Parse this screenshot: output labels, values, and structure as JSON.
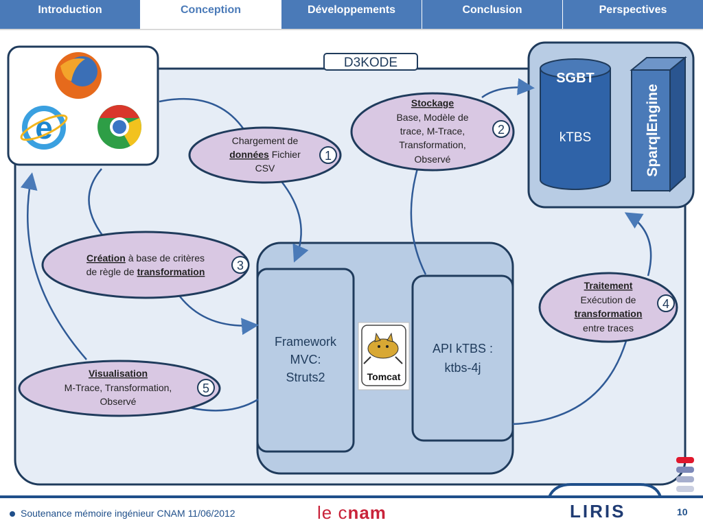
{
  "nav": {
    "tabs": [
      {
        "label": "Introduction",
        "active": false
      },
      {
        "label": "Conception",
        "active": true
      },
      {
        "label": "Développements",
        "active": false
      },
      {
        "label": "Conclusion",
        "active": false
      },
      {
        "label": "Perspectives",
        "active": false
      }
    ]
  },
  "diagram": {
    "title": "D3KODE",
    "sgbt_label": "SGBT",
    "ktbs_label": "kTBS",
    "sparql_label": "SparqlEngine",
    "framework": {
      "line1": "Framework",
      "line2": "MVC:",
      "line3": "Struts2"
    },
    "api": {
      "line1": "API kTBS :",
      "line2": "ktbs-4j"
    },
    "tomcat_label": "Tomcat",
    "steps": {
      "s1": {
        "num": "1",
        "l1": "Chargement de",
        "l2a": "données",
        "l2b": " Fichier",
        "l3": "CSV"
      },
      "s2": {
        "num": "2",
        "title": "Stockage",
        "l1": "Base, Modèle de",
        "l2": "trace, M-Trace,",
        "l3": "Transformation,",
        "l4": "Observé"
      },
      "s3": {
        "num": "3",
        "title": "Création",
        "l1b": " à base de critères",
        "l2a": "de règle de ",
        "l2b": "transformation"
      },
      "s4": {
        "num": "4",
        "title": "Traitement",
        "l1": "Exécution de",
        "l2": "transformation",
        "l3": "entre traces"
      },
      "s5": {
        "num": "5",
        "title": "Visualisation",
        "l1": "M-Trace, Transformation,",
        "l2": "Observé"
      }
    },
    "colors": {
      "accent": "#4a7ab8",
      "ellipse_fill": "#d9c8e3",
      "container": "#b8cce4",
      "dark": "#1f3b5c"
    }
  },
  "footer": {
    "text": "Soutenance mémoire ingénieur CNAM 11/06/2012",
    "brand_left_a": "le c",
    "brand_left_b": "nam",
    "brand_right": "LIRIS",
    "page": "10"
  }
}
